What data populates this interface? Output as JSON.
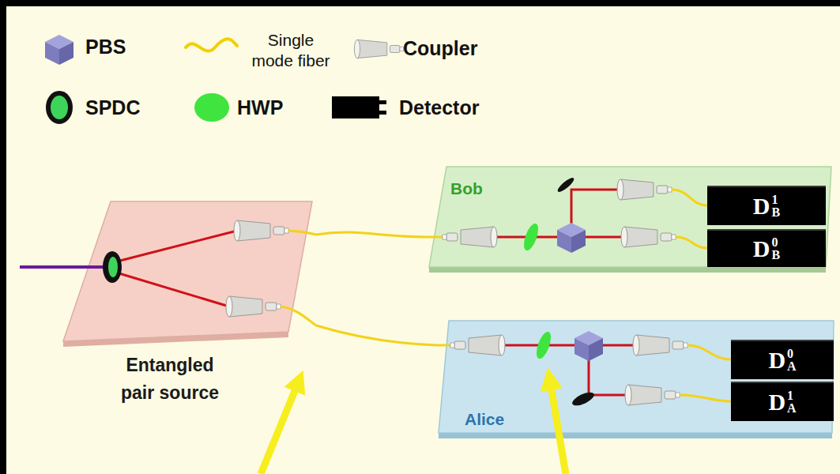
{
  "diagram": {
    "nodes": [
      {
        "text": [
          "Entangled pair source"
        ]
      },
      {
        "text": [
          "Bob"
        ]
      },
      {
        "text": [
          "D",
          "1",
          "B"
        ],
        "in": 1
      },
      {
        "text": [
          "D",
          "0",
          "B"
        ],
        "in": 1
      },
      {
        "text": [
          "Alice"
        ]
      },
      {
        "text": [
          "D",
          "0",
          "A"
        ],
        "in": 4
      },
      {
        "text": [
          "D",
          "1",
          "A"
        ],
        "in": 4
      }
    ],
    "edges": [
      {
        "from": 0,
        "to": 1,
        "arrow": "none"
      },
      {
        "from": 0,
        "to": 4,
        "arrow": "none"
      }
    ],
    "legend": [
      {
        "text": "PBS"
      },
      {
        "text": "Single mode fiber"
      },
      {
        "text": "Coupler"
      },
      {
        "text": "SPDC"
      },
      {
        "text": "HWP"
      },
      {
        "text": "Detector"
      }
    ]
  }
}
